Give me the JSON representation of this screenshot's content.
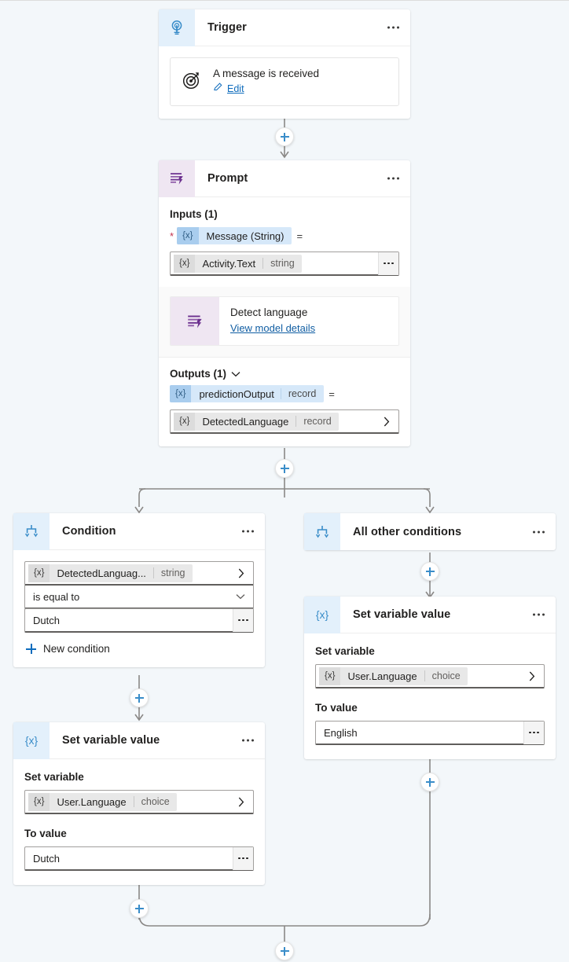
{
  "canvas": {
    "background": "#f3f7fa",
    "accent": "#0f6cbd",
    "plus_color": "#3a8dc9"
  },
  "nodes": {
    "trigger": {
      "title": "Trigger",
      "icon": "trigger-bulb-icon",
      "menu": "more-options",
      "card": {
        "icon": "target-icon",
        "title": "A message is received",
        "edit_label": "Edit",
        "edit_icon": "pencil-icon"
      }
    },
    "prompt": {
      "title": "Prompt",
      "icon": "prompt-icon",
      "inputs_label": "Inputs (1)",
      "input_required": true,
      "input_token": {
        "xtag": "{x}",
        "name": "Message (String)"
      },
      "equals": "=",
      "input_value": {
        "xtag": "{x}",
        "name": "Activity.Text",
        "type": "string"
      },
      "model": {
        "name": "Detect language",
        "link": "View model details",
        "icon": "prompt-icon"
      },
      "outputs_label": "Outputs (1)",
      "outputs_chevron": "chevron-down-icon",
      "output_token": {
        "xtag": "{x}",
        "name": "predictionOutput",
        "type": "record"
      },
      "output_equals": "=",
      "output_value": {
        "xtag": "{x}",
        "name": "DetectedLanguage",
        "type": "record"
      }
    },
    "condition": {
      "title": "Condition",
      "icon": "branch-icon",
      "variable": {
        "xtag": "{x}",
        "name": "DetectedLanguag...",
        "type": "string"
      },
      "operator": "is equal to",
      "value": "Dutch",
      "new_condition_label": "New condition"
    },
    "all_other_conditions": {
      "title": "All other conditions",
      "icon": "branch-icon"
    },
    "set_variable_left": {
      "title": "Set variable value",
      "icon": "variable-icon",
      "set_variable_label": "Set variable",
      "variable": {
        "xtag": "{x}",
        "name": "User.Language",
        "type": "choice"
      },
      "to_value_label": "To value",
      "to_value": "Dutch"
    },
    "set_variable_right": {
      "title": "Set variable value",
      "icon": "variable-icon",
      "set_variable_label": "Set variable",
      "variable": {
        "xtag": "{x}",
        "name": "User.Language",
        "type": "choice"
      },
      "to_value_label": "To value",
      "to_value": "English"
    }
  },
  "connectors": {
    "add_step_label": "+"
  }
}
